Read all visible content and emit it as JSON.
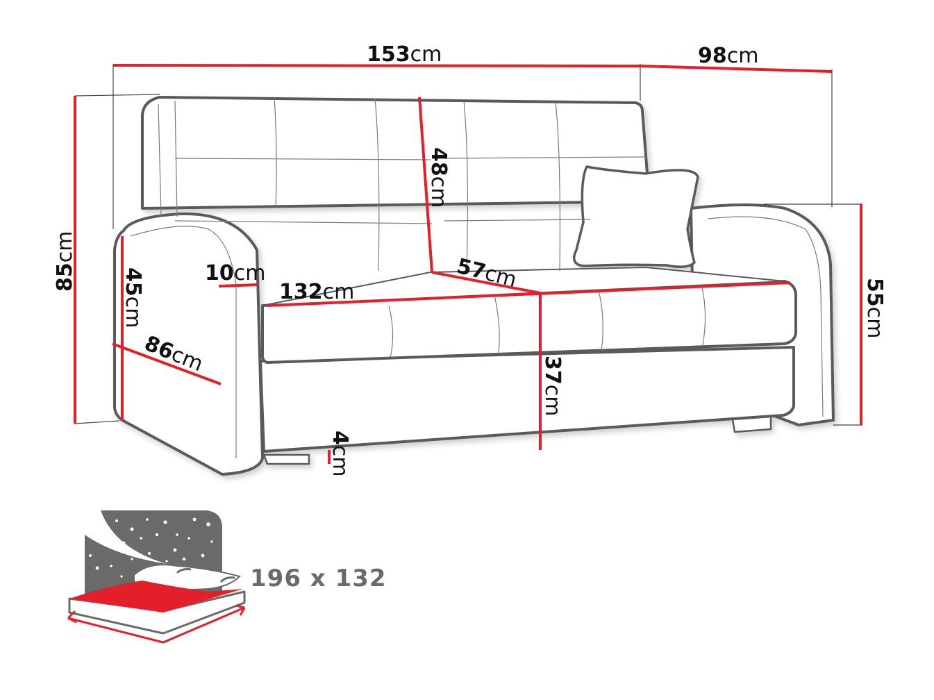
{
  "diagram": {
    "title": "Sofa bed dimension drawing",
    "colors": {
      "dimension_line": "#e3202a",
      "outline": "#5a5a5a",
      "label": "#111111",
      "bed_icon_gray": "#6a6a6a",
      "bed_icon_red": "#e3202a"
    },
    "dimensions": {
      "total_width": {
        "value": "153",
        "unit": "cm"
      },
      "total_depth": {
        "value": "98",
        "unit": "cm"
      },
      "total_height": {
        "value": "85",
        "unit": "cm"
      },
      "armrest_height": {
        "value": "55",
        "unit": "cm"
      },
      "backrest_height": {
        "value": "48",
        "unit": "cm"
      },
      "seat_depth": {
        "value": "57",
        "unit": "cm"
      },
      "seat_width": {
        "value": "132",
        "unit": "cm"
      },
      "armrest_width": {
        "value": "10",
        "unit": "cm"
      },
      "armrest_side_height": {
        "value": "45",
        "unit": "cm"
      },
      "armrest_depth": {
        "value": "86",
        "unit": "cm"
      },
      "seat_height": {
        "value": "37",
        "unit": "cm"
      },
      "leg_height": {
        "value": "4",
        "unit": "cm"
      }
    },
    "sleeping_area": {
      "icon": "bed-with-stars-icon",
      "label": "196 x 132"
    }
  }
}
